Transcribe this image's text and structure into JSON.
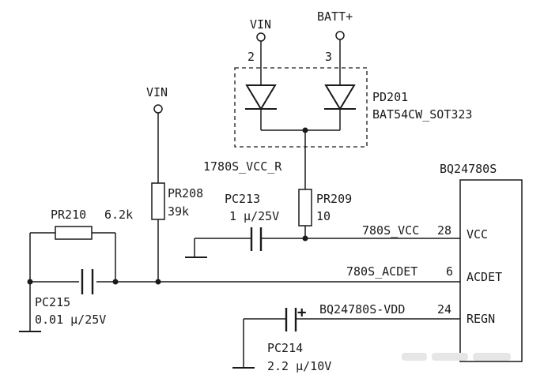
{
  "power": {
    "vin_top": "VIN",
    "batt_top": "BATT+",
    "vin_left": "VIN"
  },
  "diode": {
    "pin_a": "2",
    "pin_b": "3",
    "ref": "PD201",
    "part": "BAT54CW_SOT323"
  },
  "nets": {
    "vcc_r": "1780S_VCC_R",
    "vcc": "780S_VCC",
    "acdet": "780S_ACDET",
    "vdd": "BQ24780S-VDD"
  },
  "ic": {
    "name": "BQ24780S",
    "pins": [
      {
        "number": "28",
        "label": "VCC"
      },
      {
        "number": "6",
        "label": "ACDET"
      },
      {
        "number": "24",
        "label": "REGN"
      }
    ]
  },
  "resistors": {
    "pr210": {
      "ref": "PR210",
      "value": "6.2k"
    },
    "pr208": {
      "ref": "PR208",
      "value": "39k"
    },
    "pr209": {
      "ref": "PR209",
      "value": "10"
    }
  },
  "capacitors": {
    "pc213": {
      "ref": "PC213",
      "value": "1 μ/25V"
    },
    "pc215": {
      "ref": "PC215",
      "value": "0.01 μ/25V"
    },
    "pc214": {
      "ref": "PC214",
      "value": "2.2 μ/10V",
      "polarity": "+"
    }
  }
}
